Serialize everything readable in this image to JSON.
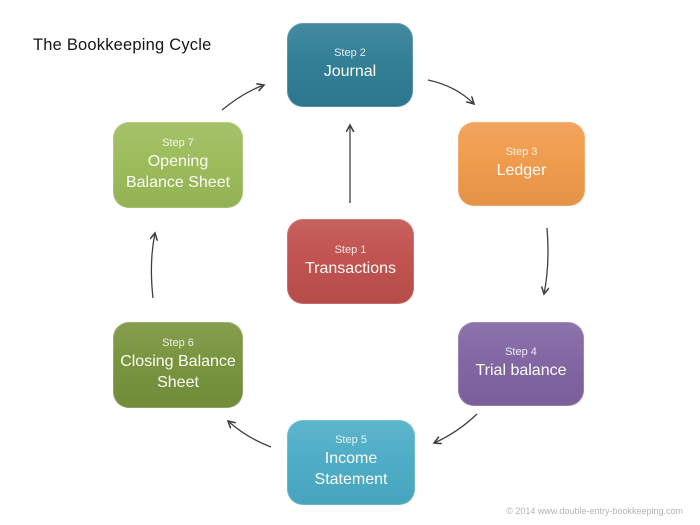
{
  "title": "The Bookkeeping Cycle",
  "copyright": "© 2014 www.double-entry-bookkeeping.com",
  "arrow_color": "#3f3f3f",
  "steps": [
    {
      "step_label": "Step 1",
      "title": "Transactions",
      "color": "#c0504d"
    },
    {
      "step_label": "Step 2",
      "title": "Journal",
      "color": "#2f7d95"
    },
    {
      "step_label": "Step 3",
      "title": "Ledger",
      "color": "#f09a4a"
    },
    {
      "step_label": "Step 4",
      "title": "Trial balance",
      "color": "#8064a2"
    },
    {
      "step_label": "Step 5",
      "title": "Income\nStatement",
      "color": "#4bacc6"
    },
    {
      "step_label": "Step 6",
      "title": "Closing Balance\nSheet",
      "color": "#77933c"
    },
    {
      "step_label": "Step 7",
      "title": "Opening\nBalance Sheet",
      "color": "#9bbb59"
    }
  ],
  "connections": [
    {
      "from": "Step 1 Transactions",
      "to": "Step 2 Journal"
    },
    {
      "from": "Step 2 Journal",
      "to": "Step 3 Ledger"
    },
    {
      "from": "Step 3 Ledger",
      "to": "Step 4 Trial balance"
    },
    {
      "from": "Step 4 Trial balance",
      "to": "Step 5 Income Statement"
    },
    {
      "from": "Step 5 Income Statement",
      "to": "Step 6 Closing Balance Sheet"
    },
    {
      "from": "Step 6 Closing Balance Sheet",
      "to": "Step 7 Opening Balance Sheet"
    },
    {
      "from": "Step 7 Opening Balance Sheet",
      "to": "Step 2 Journal"
    }
  ]
}
